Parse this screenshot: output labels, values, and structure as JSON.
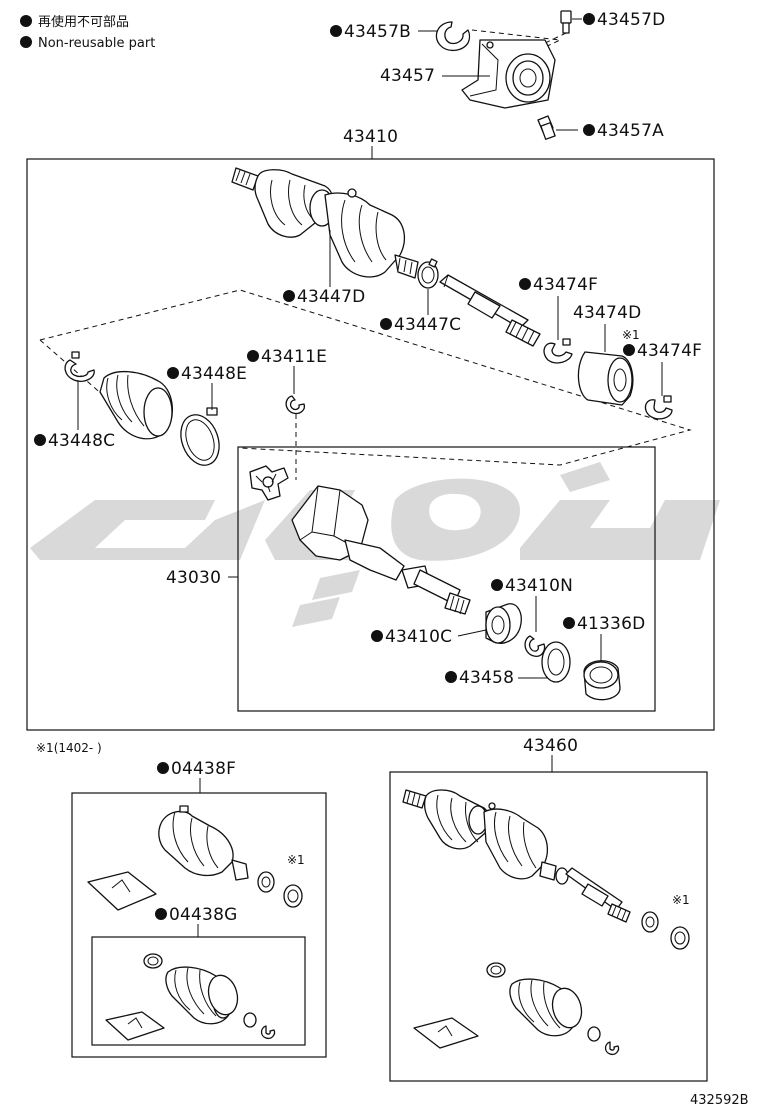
{
  "legend": {
    "jp_text": "再使用不可部品",
    "en_text": "Non-reusable part"
  },
  "labels": {
    "p43457B": "43457B",
    "p43457D": "43457D",
    "p43457": "43457",
    "p43457A": "43457A",
    "p43410": "43410",
    "p43447D": "43447D",
    "p43447C": "43447C",
    "p43474F_a": "43474F",
    "p43474D": "43474D",
    "p43474F_b": "43474F",
    "note1_a": "※1",
    "p43411E": "43411E",
    "p43448E": "43448E",
    "p43448C": "43448C",
    "p43030": "43030",
    "p43410N": "43410N",
    "p43410C": "43410C",
    "p41336D": "41336D",
    "p43458": "43458",
    "footnote": "※1(1402-    )",
    "p43460": "43460",
    "p04438F": "04438F",
    "note1_b": "※1",
    "p04438G": "04438G",
    "note1_c": "※1",
    "figure_code": "432592B"
  },
  "colors": {
    "line": "#111111",
    "watermark": "#d2d2d2"
  }
}
